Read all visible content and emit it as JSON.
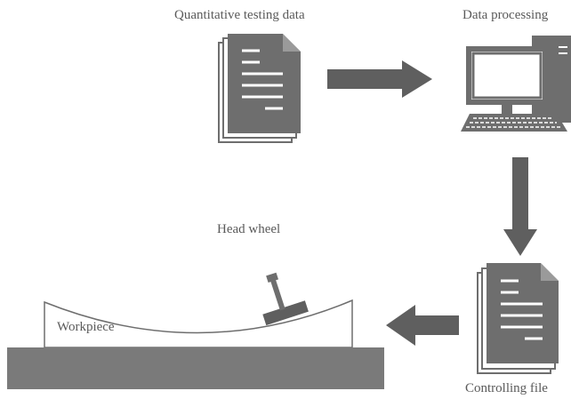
{
  "labels": {
    "quantitative_testing_data": "Quantitative testing data",
    "data_processing": "Data processing",
    "head_wheel": "Head wheel",
    "workpiece": "Workpiece",
    "controlling_file": "Controlling file"
  },
  "colors": {
    "document": "#6e6e6e",
    "document_lines": "#ffffff",
    "arrow": "#5f5f5f",
    "computer": "#6e6e6e",
    "base": "#7a7a7a",
    "text": "#5a5a5a"
  },
  "icons": [
    "document-icon",
    "computer-icon",
    "arrow-right-icon",
    "arrow-down-icon",
    "arrow-left-icon",
    "head-wheel-icon"
  ]
}
